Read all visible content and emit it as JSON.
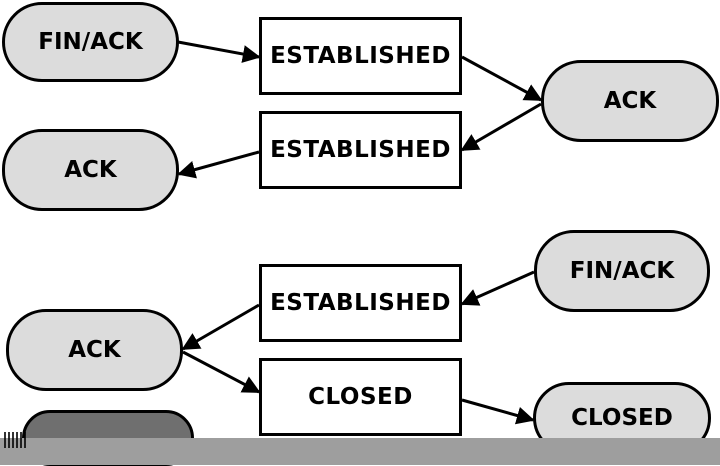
{
  "diagram": {
    "states": [
      "ESTABLISHED",
      "ESTABLISHED",
      "ESTABLISHED",
      "CLOSED"
    ],
    "messages": [
      "FIN/ACK",
      "ACK",
      "ACK",
      "FIN/ACK",
      "ACK",
      "CLOSED"
    ]
  }
}
